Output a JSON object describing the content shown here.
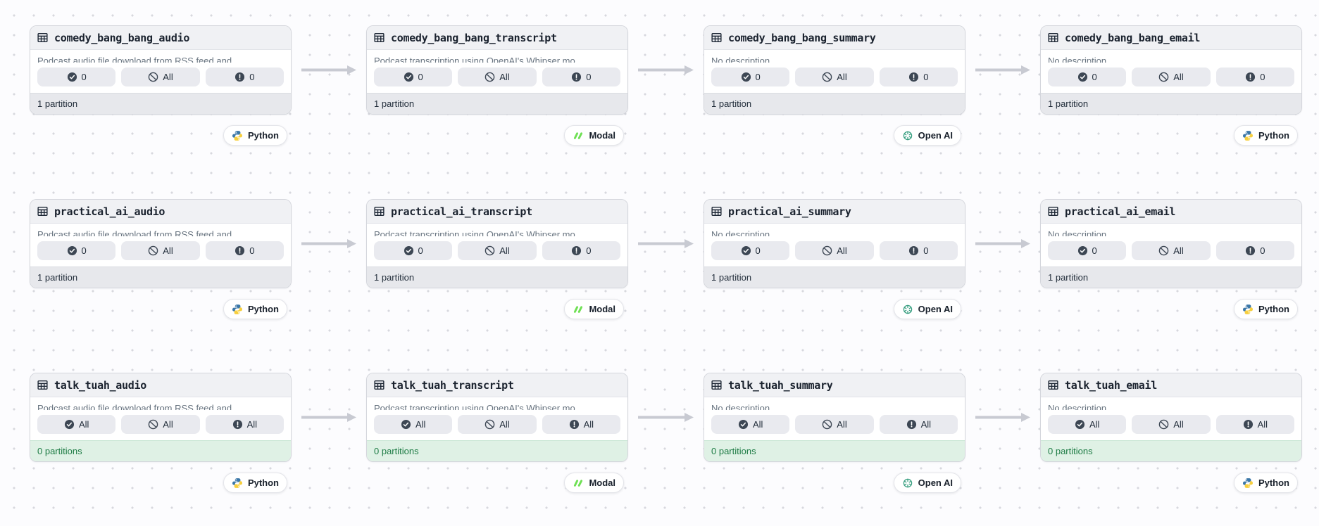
{
  "colors": {
    "page_bg": "#FCFCFE",
    "dot_grid": "#D7D8DE",
    "card_border": "#D4D6DC",
    "card_header_bg": "#F0F1F4",
    "badge_bg": "#E9EAEF",
    "footer_bg": "#E7E8EC",
    "footer_empty_bg": "#DFF1E5",
    "footer_empty_text": "#1E7C45",
    "edge_arrow": "#C8CAD2",
    "python_blue": "#3B77A8",
    "python_yellow": "#F7CF3E",
    "modal_green": "#6FE054",
    "openai_green": "#349D7E"
  },
  "assets": [
    {
      "title": "comedy_bang_bang_audio",
      "description": "Podcast audio file download from RSS feed and …",
      "badges": [
        {
          "icon": "check-circle-icon",
          "label": "0"
        },
        {
          "icon": "slash-circle-icon",
          "label": "All"
        },
        {
          "icon": "alert-circle-icon",
          "label": "0"
        }
      ],
      "partitions": "1 partition",
      "partitions_status": "present",
      "kind": "python",
      "kind_label": "Python"
    },
    {
      "title": "comedy_bang_bang_transcript",
      "description": "Podcast transcription using OpenAI's Whipser mo…",
      "badges": [
        {
          "icon": "check-circle-icon",
          "label": "0"
        },
        {
          "icon": "slash-circle-icon",
          "label": "All"
        },
        {
          "icon": "alert-circle-icon",
          "label": "0"
        }
      ],
      "partitions": "1 partition",
      "partitions_status": "present",
      "kind": "modal",
      "kind_label": "Modal"
    },
    {
      "title": "comedy_bang_bang_summary",
      "description": "No description",
      "badges": [
        {
          "icon": "check-circle-icon",
          "label": "0"
        },
        {
          "icon": "slash-circle-icon",
          "label": "All"
        },
        {
          "icon": "alert-circle-icon",
          "label": "0"
        }
      ],
      "partitions": "1 partition",
      "partitions_status": "present",
      "kind": "openai",
      "kind_label": "Open AI"
    },
    {
      "title": "comedy_bang_bang_email",
      "description": "No description",
      "badges": [
        {
          "icon": "check-circle-icon",
          "label": "0"
        },
        {
          "icon": "slash-circle-icon",
          "label": "All"
        },
        {
          "icon": "alert-circle-icon",
          "label": "0"
        }
      ],
      "partitions": "1 partition",
      "partitions_status": "present",
      "kind": "python",
      "kind_label": "Python"
    },
    {
      "title": "practical_ai_audio",
      "description": "Podcast audio file download from RSS feed and …",
      "badges": [
        {
          "icon": "check-circle-icon",
          "label": "0"
        },
        {
          "icon": "slash-circle-icon",
          "label": "All"
        },
        {
          "icon": "alert-circle-icon",
          "label": "0"
        }
      ],
      "partitions": "1 partition",
      "partitions_status": "present",
      "kind": "python",
      "kind_label": "Python"
    },
    {
      "title": "practical_ai_transcript",
      "description": "Podcast transcription using OpenAI's Whipser mo…",
      "badges": [
        {
          "icon": "check-circle-icon",
          "label": "0"
        },
        {
          "icon": "slash-circle-icon",
          "label": "All"
        },
        {
          "icon": "alert-circle-icon",
          "label": "0"
        }
      ],
      "partitions": "1 partition",
      "partitions_status": "present",
      "kind": "modal",
      "kind_label": "Modal"
    },
    {
      "title": "practical_ai_summary",
      "description": "No description",
      "badges": [
        {
          "icon": "check-circle-icon",
          "label": "0"
        },
        {
          "icon": "slash-circle-icon",
          "label": "All"
        },
        {
          "icon": "alert-circle-icon",
          "label": "0"
        }
      ],
      "partitions": "1 partition",
      "partitions_status": "present",
      "kind": "openai",
      "kind_label": "Open AI"
    },
    {
      "title": "practical_ai_email",
      "description": "No description",
      "badges": [
        {
          "icon": "check-circle-icon",
          "label": "0"
        },
        {
          "icon": "slash-circle-icon",
          "label": "All"
        },
        {
          "icon": "alert-circle-icon",
          "label": "0"
        }
      ],
      "partitions": "1 partition",
      "partitions_status": "present",
      "kind": "python",
      "kind_label": "Python"
    },
    {
      "title": "talk_tuah_audio",
      "description": "Podcast audio file download from RSS feed and …",
      "badges": [
        {
          "icon": "check-circle-icon",
          "label": "All"
        },
        {
          "icon": "slash-circle-icon",
          "label": "All"
        },
        {
          "icon": "alert-circle-icon",
          "label": "All"
        }
      ],
      "partitions": "0 partitions",
      "partitions_status": "empty",
      "kind": "python",
      "kind_label": "Python"
    },
    {
      "title": "talk_tuah_transcript",
      "description": "Podcast transcription using OpenAI's Whipser mo…",
      "badges": [
        {
          "icon": "check-circle-icon",
          "label": "All"
        },
        {
          "icon": "slash-circle-icon",
          "label": "All"
        },
        {
          "icon": "alert-circle-icon",
          "label": "All"
        }
      ],
      "partitions": "0 partitions",
      "partitions_status": "empty",
      "kind": "modal",
      "kind_label": "Modal"
    },
    {
      "title": "talk_tuah_summary",
      "description": "No description",
      "badges": [
        {
          "icon": "check-circle-icon",
          "label": "All"
        },
        {
          "icon": "slash-circle-icon",
          "label": "All"
        },
        {
          "icon": "alert-circle-icon",
          "label": "All"
        }
      ],
      "partitions": "0 partitions",
      "partitions_status": "empty",
      "kind": "openai",
      "kind_label": "Open AI"
    },
    {
      "title": "talk_tuah_email",
      "description": "No description",
      "badges": [
        {
          "icon": "check-circle-icon",
          "label": "All"
        },
        {
          "icon": "slash-circle-icon",
          "label": "All"
        },
        {
          "icon": "alert-circle-icon",
          "label": "All"
        }
      ],
      "partitions": "0 partitions",
      "partitions_status": "empty",
      "kind": "python",
      "kind_label": "Python"
    }
  ]
}
